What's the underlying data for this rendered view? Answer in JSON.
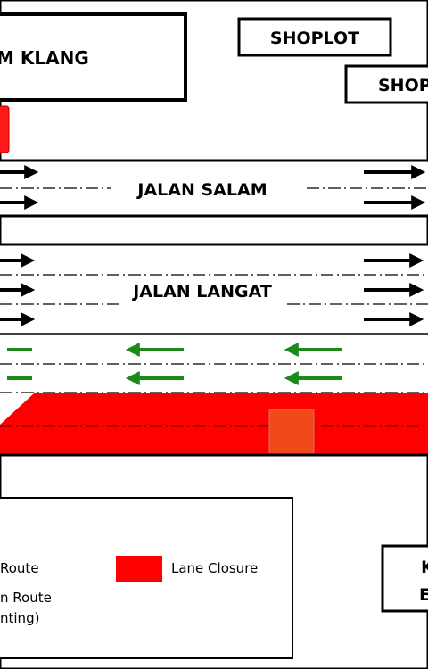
{
  "buildings": {
    "klang_label": "M KLANG",
    "shoplot_1": "SHOPLOT",
    "shoplot_2": "SHOP",
    "bottom_right_top": "K",
    "bottom_right_bottom": "E"
  },
  "roads": {
    "jalan_salam": "JALAN SALAM",
    "jalan_langat": "JALAN LANGAT"
  },
  "legend": {
    "route_label": "Route",
    "diversion_line1": "n Route",
    "diversion_line2": "nting)",
    "closure_label": "Lane Closure"
  },
  "colors": {
    "traffic_flow": "#000000",
    "counter_flow": "#1a8a1a",
    "lane_closure": "#ff0000",
    "work_zone": "#f04a1a"
  }
}
